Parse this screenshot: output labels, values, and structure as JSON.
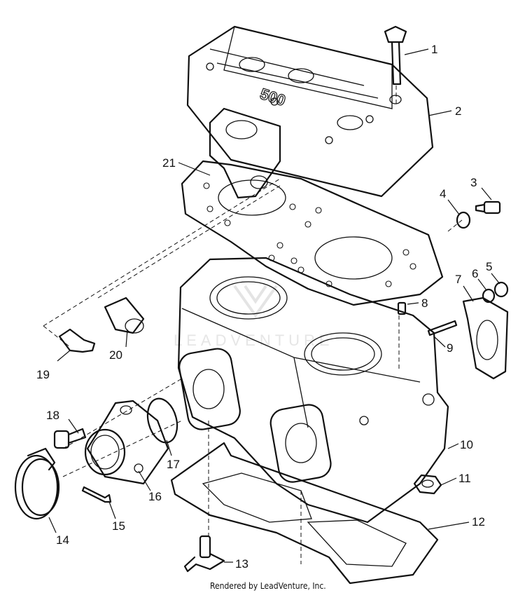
{
  "diagram": {
    "watermark": "LEADVENTURE",
    "credit": "Rendered by LeadVenture, Inc.",
    "head_marking": "500",
    "callouts": [
      "1",
      "2",
      "3",
      "4",
      "5",
      "6",
      "7",
      "8",
      "9",
      "10",
      "11",
      "12",
      "13",
      "14",
      "15",
      "16",
      "17",
      "18",
      "19",
      "20",
      "21"
    ]
  }
}
